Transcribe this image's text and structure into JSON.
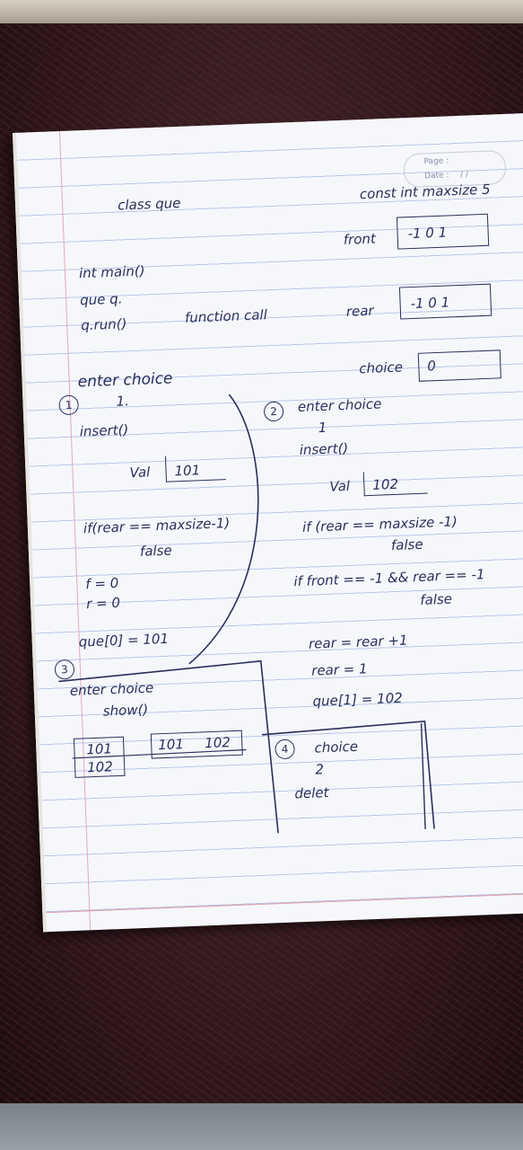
{
  "page_header": {
    "page_label": "Page :",
    "date_label": "Date :",
    "date_value": "/   /"
  },
  "notes": {
    "class_line": "class  que",
    "const_line": "const int maxsize 5",
    "front_label": "front",
    "front_value": "-1 0 1",
    "int_main": "int main()",
    "que_q": "que q.",
    "q_run": "q.run()",
    "function_call": "function call",
    "rear_label": "rear",
    "rear_value": "-1 0 1",
    "choice_label": "choice",
    "choice_value": "0",
    "enter_choice_1": "enter choice",
    "step1_num": "1",
    "step1_choice": "1.",
    "insert_1": "insert()",
    "val_1_label": "Val",
    "val_1_value": "101",
    "if_rear_1": "if(rear == maxsize-1)",
    "false_1": "false",
    "f_eq": "f = 0",
    "r_eq": "r = 0",
    "que0": "que[0] = 101",
    "step2_num": "2",
    "enter_choice_2": "enter choice",
    "step2_choice": "1",
    "insert_2": "insert()",
    "val_2_label": "Val",
    "val_2_value": "102",
    "if_rear_2": "if (rear == maxsize -1)",
    "false_2": "false",
    "if_front": "if front == -1 && rear == -1",
    "false_3": "false",
    "rear_plus": "rear = rear +1",
    "rear_eq": "rear = 1",
    "que1": "que[1] = 102",
    "step3_num": "3",
    "enter_choice_3": "enter choice",
    "show": "show()",
    "arr_a": "101",
    "arr_b": "102",
    "arr_c": "101",
    "arr_d": "102",
    "step4_num": "4",
    "choice_4": "choice",
    "choice_4_val": "2",
    "delete": "delet"
  }
}
